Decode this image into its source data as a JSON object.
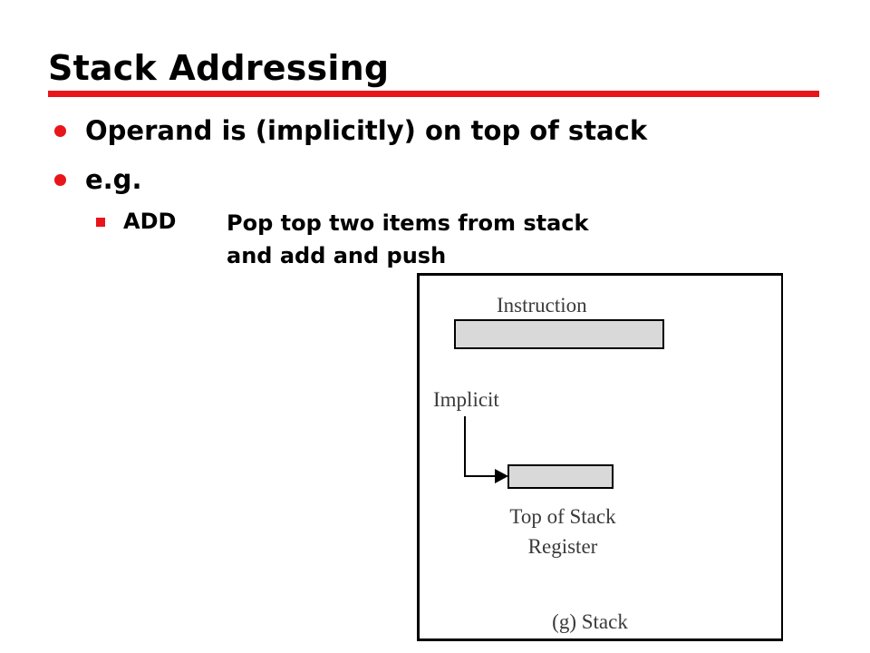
{
  "slide": {
    "title": "Stack Addressing",
    "accent_color": "#e8151a",
    "bullets": [
      {
        "text": "Operand is (implicitly) on top of stack"
      },
      {
        "text": "e.g."
      }
    ],
    "sub_bullet": {
      "label": "ADD",
      "description_lines": [
        "Pop top two items from stack",
        "and add and push"
      ]
    }
  },
  "figure": {
    "instruction_label": "Instruction",
    "implicit_label": "Implicit",
    "register_label_line1": "Top of Stack",
    "register_label_line2": "Register",
    "caption": "(g) Stack",
    "box_fill_color": "#d9d9d9"
  }
}
